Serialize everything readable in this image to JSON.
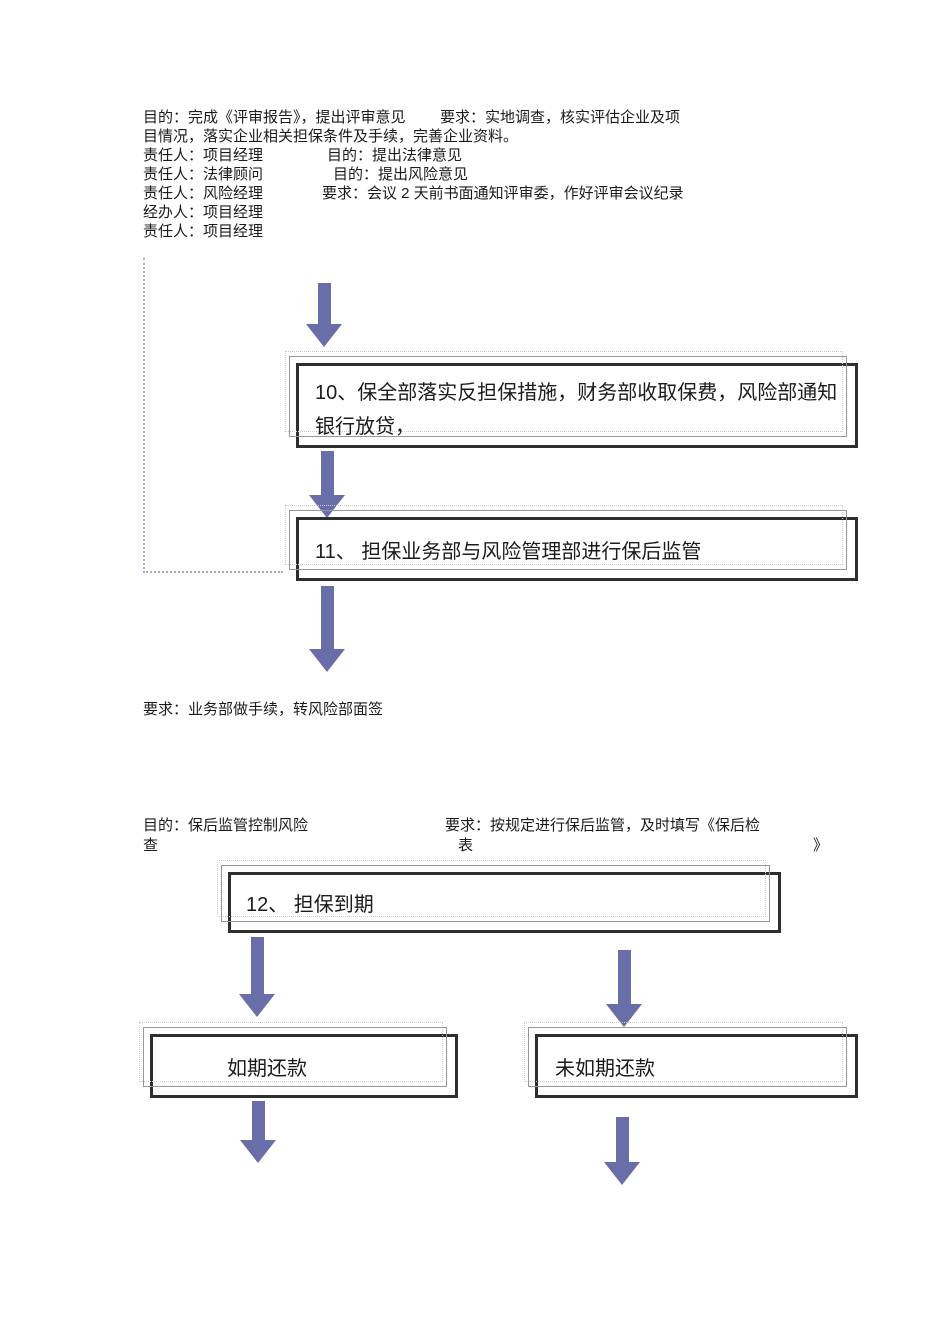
{
  "document": {
    "kind": "guarantee-business-process-flowchart-page",
    "language": "zh-CN"
  },
  "top_block": {
    "line1_left": "目的：完成《评审报告》，提出评审意见",
    "line1_right": "要求：实地调查，核实评估企业及项",
    "line2": "目情况，落实企业相关担保条件及手续，完善企业资料。",
    "line3_left": "责任人：项目经理",
    "line3_right": "目的：提出法律意见",
    "line4_left": "责任人：法律顾问",
    "line4_right": "目的：提出风险意见",
    "line5_left": "责任人：风险经理",
    "line5_right": "要求：会议 2 天前书面通知评审委，作好评审会议纪录",
    "line6": "经办人：项目经理",
    "line7": "责任人：项目经理"
  },
  "flow": {
    "box10_label": "10、保全部落实反担保措施，财务部收取保费，风险部通知银行放贷，",
    "box11_label": "11、 担保业务部与风险管理部进行保后监管",
    "box12_label": "12、 担保到期",
    "box_ontime_label": "如期还款",
    "box_overdue_label": "未如期还款"
  },
  "notes": {
    "mid_note": "要求：业务部做手续，转风险部面签",
    "purpose_line1": "目的：保后监管控制风险",
    "purpose_line2": "查",
    "req_line1": "要求：按规定进行保后监管，及时填写《保后检",
    "req_line2_char1": "表",
    "req_line2_char2": "》"
  },
  "colors": {
    "arrow": "#6a6ea8",
    "box_border": "#2e2e2e",
    "echo_solid": "#979797",
    "echo_dotted": "#cccccc",
    "dashed_region": "#a3aacb",
    "background": "#ffffff",
    "text": "#1b1b1b"
  }
}
